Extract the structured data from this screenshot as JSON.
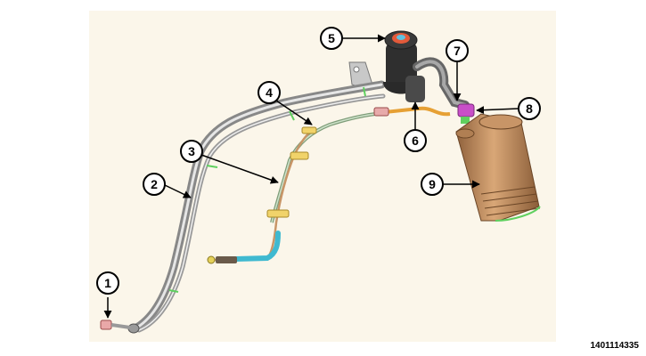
{
  "figure_id": "1401114335",
  "callouts": [
    {
      "label": "1"
    },
    {
      "label": "2"
    },
    {
      "label": "3"
    },
    {
      "label": "4"
    },
    {
      "label": "5"
    },
    {
      "label": "6"
    },
    {
      "label": "7"
    },
    {
      "label": "8"
    },
    {
      "label": "9"
    }
  ],
  "colors": {
    "background_panel": "#fbf6ea",
    "steel_tube": "#a7a7a7",
    "steel_tube_highlight": "#e6e6e6",
    "vapor_line_green": "#9eb79a",
    "copper_line": "#c89567",
    "cyan_hose": "#3fb9d0",
    "orange_hose": "#e6a034",
    "canister": "#b68153",
    "canister_dark": "#8a5d38",
    "magenta_clip": "#c84fc8",
    "green_mark": "#5fd05f",
    "callout_stroke": "#000000"
  }
}
